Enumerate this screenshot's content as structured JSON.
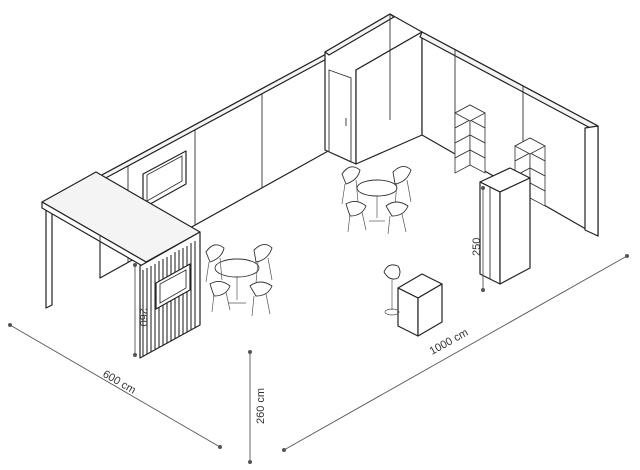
{
  "diagram": {
    "dimension_labels": {
      "length": "1000 cm",
      "depth": "600 cm",
      "height": "260 cm",
      "tower_height": "260",
      "storage_height": "250"
    }
  }
}
